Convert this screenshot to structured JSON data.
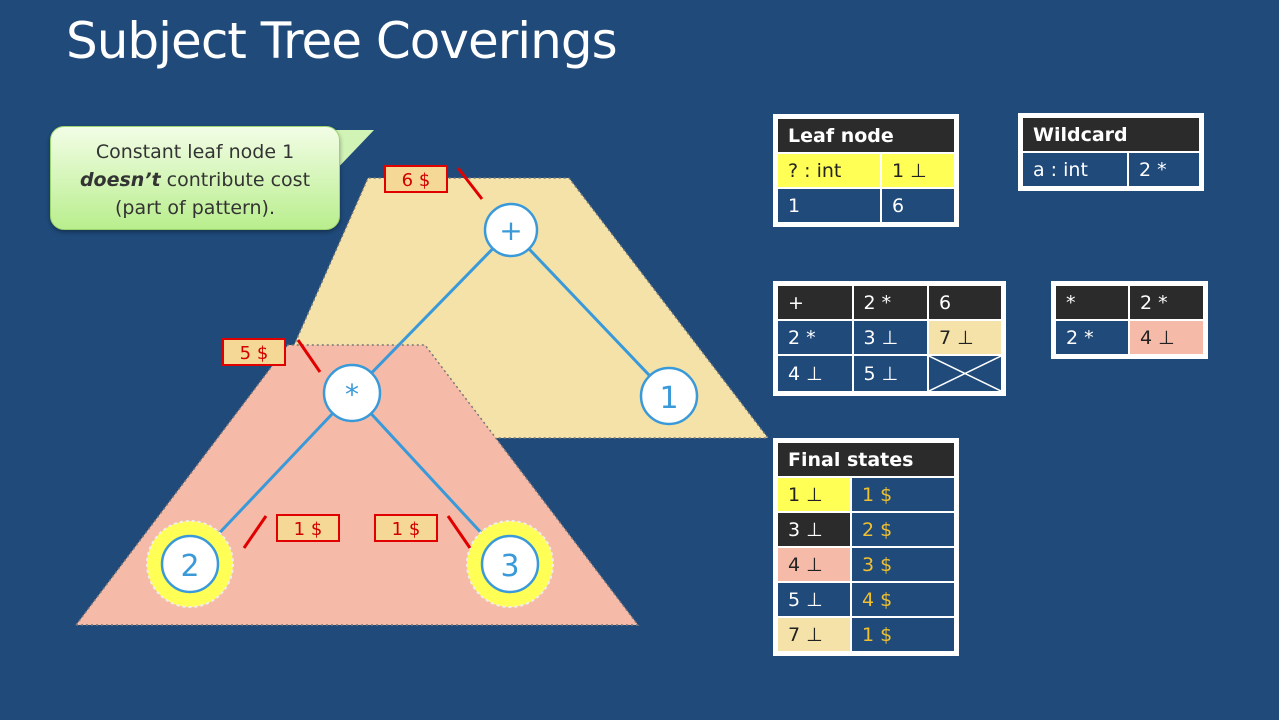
{
  "title": "Subject Tree Coverings",
  "callout": {
    "line1": "Constant leaf node 1",
    "line2_bold": "doesn’t",
    "line2_rest": " contribute cost",
    "line3": "(part of pattern)."
  },
  "tree": {
    "root": "+",
    "mul": "*",
    "leaf_right": "1",
    "leaf_left": "2",
    "leaf_mid": "3"
  },
  "costs": {
    "root": "6 $",
    "mul": "5 $",
    "leaf_left": "1 $",
    "leaf_mid": "1 $"
  },
  "leaf_table": {
    "header": "Leaf node",
    "rows": [
      [
        "? : int",
        "1 ⊥"
      ],
      [
        "1",
        "6"
      ]
    ]
  },
  "wildcard_table": {
    "header": "Wildcard",
    "rows": [
      [
        "a : int",
        "2 *"
      ]
    ]
  },
  "plus_table": {
    "rows": [
      [
        "+",
        "2 *",
        "6"
      ],
      [
        "2 *",
        "3 ⊥",
        "7 ⊥"
      ],
      [
        "4 ⊥",
        "5 ⊥",
        ""
      ]
    ]
  },
  "mul_table": {
    "rows": [
      [
        "*",
        "2 *"
      ],
      [
        "2 *",
        "4 ⊥"
      ]
    ]
  },
  "final_table": {
    "header": "Final states",
    "rows": [
      [
        "1 ⊥",
        "1 $"
      ],
      [
        "3 ⊥",
        "2 $"
      ],
      [
        "4 ⊥",
        "3 $"
      ],
      [
        "5 ⊥",
        "4 $"
      ],
      [
        "7 ⊥",
        "1 $"
      ]
    ]
  },
  "colors": {
    "background": "#1f4a7a",
    "tan_region": "#f4e2a8",
    "pink_region": "#f6baa8",
    "highlight": "#ffff55",
    "cost_border": "#e00000",
    "edge": "#3a9ad9"
  }
}
